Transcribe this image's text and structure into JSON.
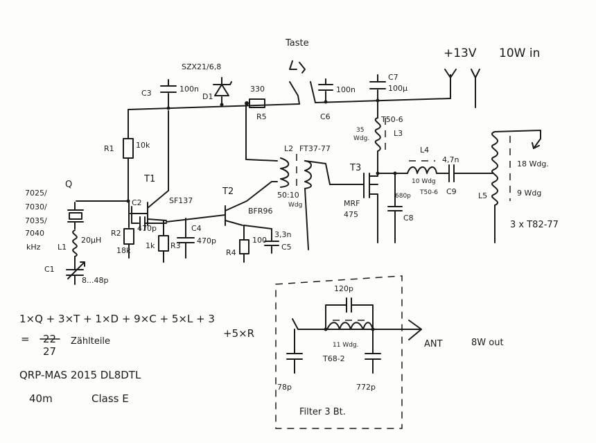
{
  "power": {
    "voltage": "+13V",
    "input_power": "10W in"
  },
  "key": {
    "label": "Taste"
  },
  "zener": {
    "part": "SZX21/6,8",
    "ref": "D1"
  },
  "resistors": {
    "r1": {
      "ref": "R1",
      "value": "10k"
    },
    "r2": {
      "ref": "R2",
      "value": "18k"
    },
    "r3": {
      "ref": "R3",
      "value": "1k"
    },
    "r4": {
      "ref": "R4",
      "value": "100"
    },
    "r5": {
      "ref": "R5",
      "value": "330"
    }
  },
  "capacitors": {
    "c1": {
      "ref": "C1",
      "value": "8...48p"
    },
    "c2": {
      "ref": "C2",
      "value": "470p"
    },
    "c3": {
      "ref": "C3",
      "value": "100n"
    },
    "c4": {
      "ref": "C4",
      "value": "470p"
    },
    "c5": {
      "ref": "C5",
      "value": "3,3n"
    },
    "c6": {
      "ref": "C6",
      "value": "100n"
    },
    "c7": {
      "ref": "C7",
      "value": "100µ"
    },
    "c8": {
      "ref": "C8",
      "value": "680p"
    },
    "c9": {
      "ref": "C9",
      "value": "4,7n"
    }
  },
  "inductors": {
    "l1": {
      "ref": "L1",
      "value": "20µH"
    },
    "l2": {
      "ref": "L2",
      "core": "FT37-77",
      "ratio": "50:10",
      "unit": "Wdg"
    },
    "l3": {
      "ref": "L3",
      "turns": "35",
      "unit": "Wdg.",
      "core": "T50-6"
    },
    "l4": {
      "ref": "L4",
      "turns": "10 Wdg",
      "core": "T50-6"
    },
    "l5": {
      "ref": "L5",
      "primary": "18 Wdg.",
      "secondary": "9 Wdg",
      "core": "3 x T82-77"
    }
  },
  "transistors": {
    "t1": {
      "ref": "T1",
      "part": "SF137"
    },
    "t2": {
      "ref": "T2",
      "part": "BFR96"
    },
    "t3": {
      "ref": "T3",
      "part": "MRF",
      "part2": "475"
    }
  },
  "crystal": {
    "ref": "Q",
    "freqs": [
      "7025/",
      "7030/",
      "7035/",
      "7040"
    ],
    "unit": "kHz"
  },
  "filter": {
    "title": "Filter 3 Bt.",
    "cap_top": "120p",
    "coil": "11 Wdg.",
    "core": "T68-2",
    "cap_left": "78p",
    "cap_right": "772p",
    "output": "ANT",
    "output_power": "8W out"
  },
  "notes": {
    "formula": "1×Q + 3×T + 1×D + 9×C + 5×L + 3",
    "plus_r": "+5×R",
    "eq": "=",
    "struck": "22",
    "count": "27",
    "count_label": "Zählteile",
    "event": "QRP-MAS 2015 DL8DTL",
    "band": "40m",
    "class": "Class E"
  }
}
